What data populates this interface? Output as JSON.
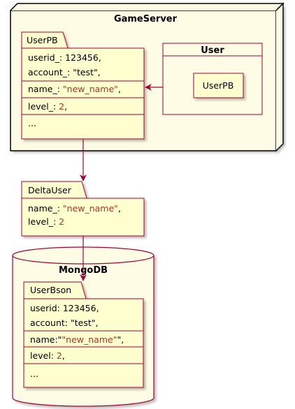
{
  "colors": {
    "node_fill": "#fefce4",
    "note_fill": "#fefecf",
    "border": "#a80036",
    "arrow": "#a80036",
    "highlight_text": "#b5311f"
  },
  "game_server": {
    "title": "GameServer",
    "userpb": {
      "tab": "UserPB",
      "rows": [
        {
          "key": "userid_: ",
          "val": "123456",
          "suffix": ",",
          "red": false
        },
        {
          "key": "account_: ",
          "val": "\"test\"",
          "suffix": ",",
          "red": false
        },
        {
          "key": "name_: ",
          "val": "\"new_name\"",
          "suffix": ",",
          "red": true
        },
        {
          "key": " level_: ",
          "val": "2",
          "suffix": ",",
          "red": true
        },
        {
          "key": "...",
          "val": "",
          "suffix": "",
          "red": false
        }
      ]
    },
    "user": {
      "title": "User",
      "component": "UserPB"
    }
  },
  "delta_user": {
    "tab": "DeltaUser",
    "rows": [
      {
        "key": "name_: ",
        "val": "\"new_name\"",
        "suffix": ",",
        "red": true
      },
      {
        "key": " level_: ",
        "val": "2",
        "suffix": "",
        "red": true
      }
    ]
  },
  "mongodb": {
    "title": "MongoDB",
    "userbson": {
      "tab": "UserBson",
      "rows": [
        {
          "key": "userid: ",
          "val": "123456",
          "suffix": ",",
          "red": false
        },
        {
          "key": "account: ",
          "val": "\"test\"",
          "suffix": ",",
          "red": false
        },
        {
          "key": "name:\"",
          "val": "\"new_name\"",
          "suffix": "\",",
          "red": true
        },
        {
          "key": "level: ",
          "val": "2",
          "suffix": ",",
          "red": true
        },
        {
          "key": "...",
          "val": "",
          "suffix": "",
          "red": false
        }
      ]
    }
  }
}
